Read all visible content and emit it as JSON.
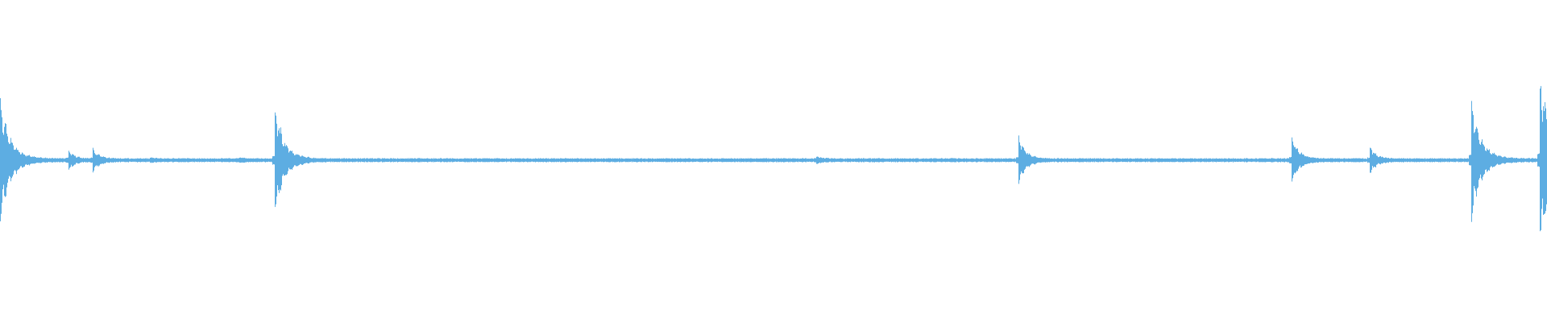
{
  "chart_data": {
    "type": "area",
    "title": "",
    "xlabel": "",
    "ylabel": "",
    "grid": false,
    "legend": "none",
    "ylim": [
      -1,
      1
    ],
    "xlim": [
      0,
      1
    ],
    "color": "#5dade2",
    "background": "#ffffff",
    "noise_floor": 0.006,
    "events": [
      {
        "t": 0.0,
        "peak": 0.43
      },
      {
        "t": 0.044,
        "peak": 0.07
      },
      {
        "t": 0.06,
        "peak": 0.08
      },
      {
        "t": 0.097,
        "peak": 0.01
      },
      {
        "t": 0.155,
        "peak": 0.01
      },
      {
        "t": 0.178,
        "peak": 0.38
      },
      {
        "t": 0.529,
        "peak": 0.02
      },
      {
        "t": 0.66,
        "peak": 0.18
      },
      {
        "t": 0.837,
        "peak": 0.18
      },
      {
        "t": 0.888,
        "peak": 0.1
      },
      {
        "t": 0.954,
        "peak": 0.42
      },
      {
        "t": 0.998,
        "peak": 0.61
      }
    ]
  }
}
